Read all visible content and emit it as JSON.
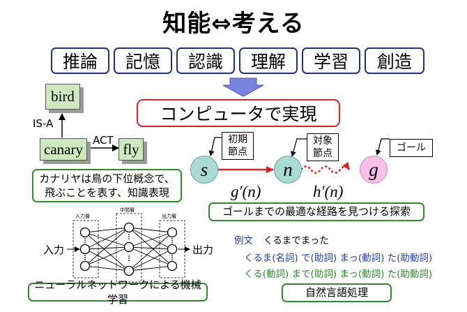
{
  "title": "知能⇔考える",
  "keywords": [
    "推論",
    "記憶",
    "認識",
    "理解",
    "学習",
    "創造"
  ],
  "main_box": "コンピュータで実現",
  "semantic_net": {
    "nodes": {
      "bird": "bird",
      "canary": "canary",
      "fly": "fly"
    },
    "edge_isa": "IS-A",
    "edge_act": "ACT",
    "caption_line1": "カナリヤは鳥の下位概念で、",
    "caption_line2": "飛ぶことを表す、知識表現"
  },
  "search": {
    "start_label_line1": "初期",
    "start_label_line2": "節点",
    "target_label_line1": "対象",
    "target_label_line2": "節点",
    "goal_label": "ゴール",
    "node_s": "s",
    "node_n": "n",
    "node_g": "g",
    "g_func": "g′(n)",
    "h_func": "h′(n)",
    "caption": "ゴールまでの最適な経路を見つける探索"
  },
  "neural_net": {
    "input_layer": "入力層",
    "hidden_layer": "中間層",
    "output_layer": "出力層",
    "input": "入力",
    "output": "出力",
    "caption": "ニューラルネットワークによる機械学習"
  },
  "nlp": {
    "example_label": "例文",
    "example_text": "くるまでまった",
    "parse1": "くるま(名詞)  で(助詞)  まっ(動詞)  た(助動詞)",
    "parse2": "くる(動詞)  まで(助詞)  まっ(動詞)  た(助動詞)",
    "caption": "自然言語処理"
  },
  "colors": {
    "keyword_border": "#1f2f8a",
    "main_border": "#e02020",
    "concept_fill": "#cfe9bf",
    "caption_border": "#2e8b2e",
    "node_fill": "#a9dad3",
    "goal_fill": "#f6c1e9",
    "arrow_fill": "#7b83e0",
    "nlp_blue": "#1f3fbf",
    "nlp_green": "#2e8b2e"
  }
}
